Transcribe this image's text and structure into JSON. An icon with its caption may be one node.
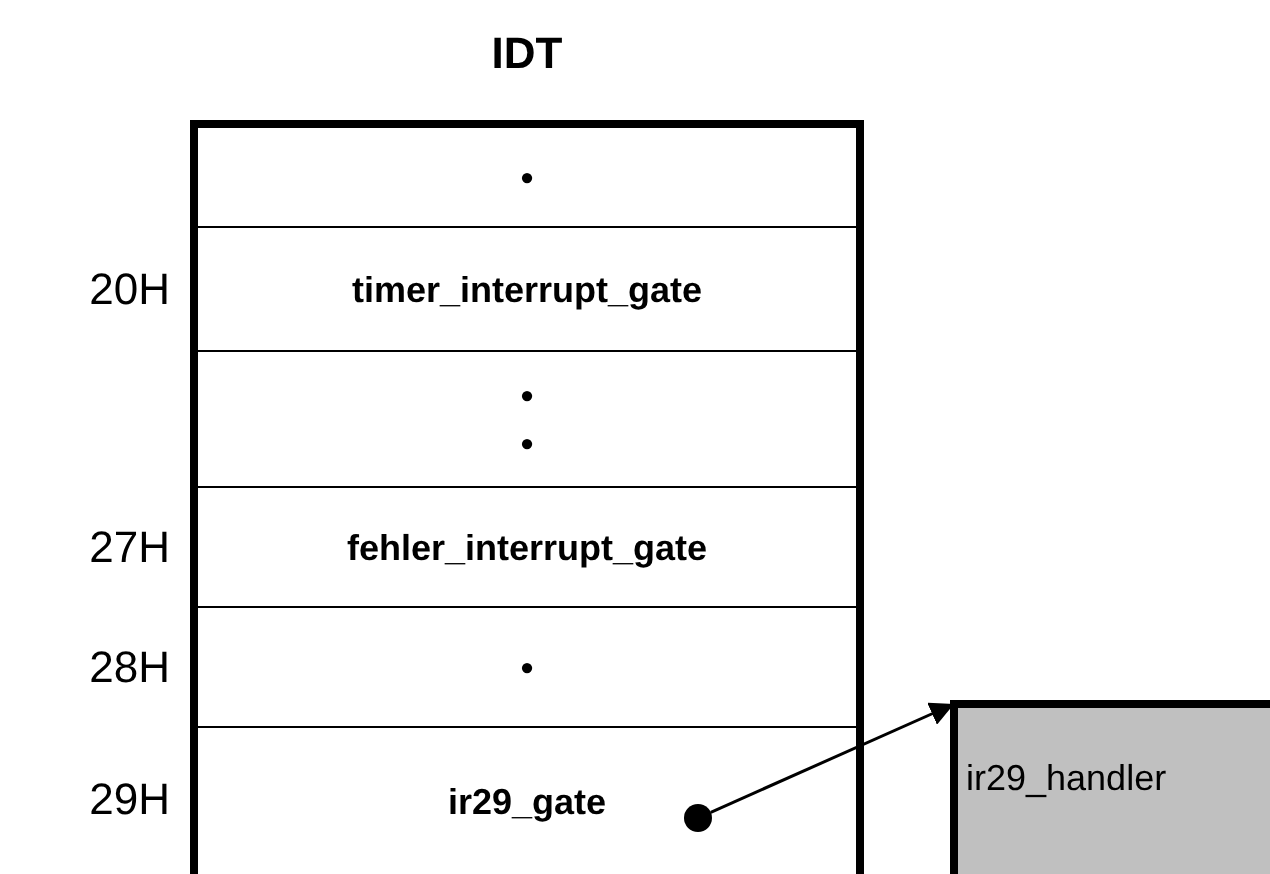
{
  "diagram": {
    "nodes": [
      {
        "text": [
          "IDT"
        ]
      },
      {
        "text": [
          "•"
        ],
        "in": 0
      },
      {
        "text": [
          "timer_interrupt_gate"
        ],
        "in": 0,
        "beside": [
          "20H"
        ]
      },
      {
        "text": [
          "• •"
        ],
        "in": 0
      },
      {
        "text": [
          "fehler_interrupt_gate"
        ],
        "in": 0,
        "beside": [
          "27H"
        ]
      },
      {
        "text": [
          "•"
        ],
        "in": 0,
        "beside": [
          "28H"
        ]
      },
      {
        "text": [
          "ir29_gate"
        ],
        "in": 0
      },
      {
        "text": [],
        "shape": "circle",
        "in": 6
      },
      {
        "text": [
          "ir29_handler"
        ]
      }
    ],
    "edges": [
      {
        "from": 7,
        "to": 8,
        "arrow": "to"
      }
    ],
    "labels": [
      "29H"
    ]
  }
}
